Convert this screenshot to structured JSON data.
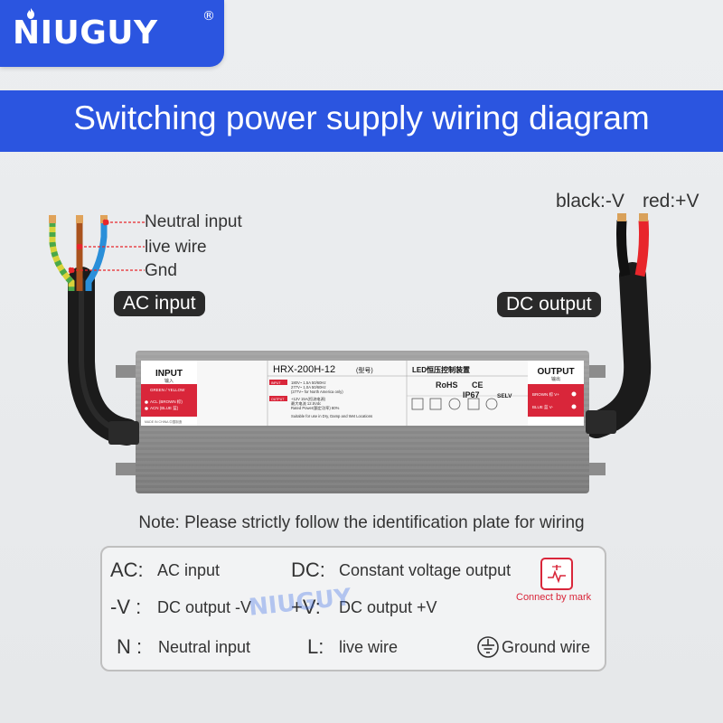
{
  "brand": {
    "name": "NIUGUY",
    "registered": "®"
  },
  "title": "Switching power supply wiring diagram",
  "ac": {
    "wire_labels": [
      "Neutral input",
      "live wire",
      "Gnd"
    ],
    "section_label": "AC input"
  },
  "dc": {
    "wire_labels": [
      "black:-V",
      "red:+V"
    ],
    "section_label": "DC output"
  },
  "device": {
    "input_title": "INPUT",
    "input_sub": "输入",
    "input_rows": [
      "GREEN / YELLOW",
      "ACL (BROWN 棕)",
      "ACN (BLUE 蓝)"
    ],
    "input_made": "MADE IN CHINA 中国制造",
    "model": "HRX-200H-12",
    "model_suffix": "(型号)",
    "product": "LED恒压控制装置",
    "spec_lines": [
      "180V~  1.5A   50/60Hz",
      "277V~  1.0A   50/60Hz",
      "(277V~ for North America only)",
      "+12V   15A(恒流电源)",
      "最大电流  12.5Vdc",
      "Rated Power(额定功率)  80%"
    ],
    "input_tag": "INPUT",
    "output_tag": "OUTPUT",
    "suitable": "Suitable for use in Dry, Damp and Wet Locations",
    "certs": [
      "RoHS",
      "CE",
      "IP67",
      "SELV"
    ],
    "output_title": "OUTPUT",
    "output_sub": "输出",
    "output_rows": [
      "BROWN 棕 V+",
      "BLUE 蓝 V-"
    ]
  },
  "note": "Note: Please strictly follow the identification plate for wiring",
  "legend": {
    "ac_key": "AC:",
    "ac_val": "AC input",
    "dc_key": "DC:",
    "dc_val": "Constant voltage output",
    "neg_key": "-V :",
    "neg_val": "DC output  -V",
    "pos_key": "+V:",
    "pos_val": "DC output +V",
    "n_key": "N :",
    "n_val": "Neutral input",
    "l_key": "L:",
    "l_val": "live wire",
    "ground_val": "Ground wire",
    "mark_text": "Connect by mark",
    "watermark": "NIUGUY"
  },
  "colors": {
    "brand_blue": "#2b55e0",
    "wire_red": "#e8262b",
    "wire_brown": "#a9521d",
    "wire_blue": "#2a8fd9",
    "wire_yellow": "#d9d23a",
    "wire_green": "#4aa84a",
    "housing": "#8a8a8a",
    "label_red": "#d9263a"
  },
  "icons": [
    "flame-icon",
    "connect-mark-icon",
    "ground-icon"
  ]
}
